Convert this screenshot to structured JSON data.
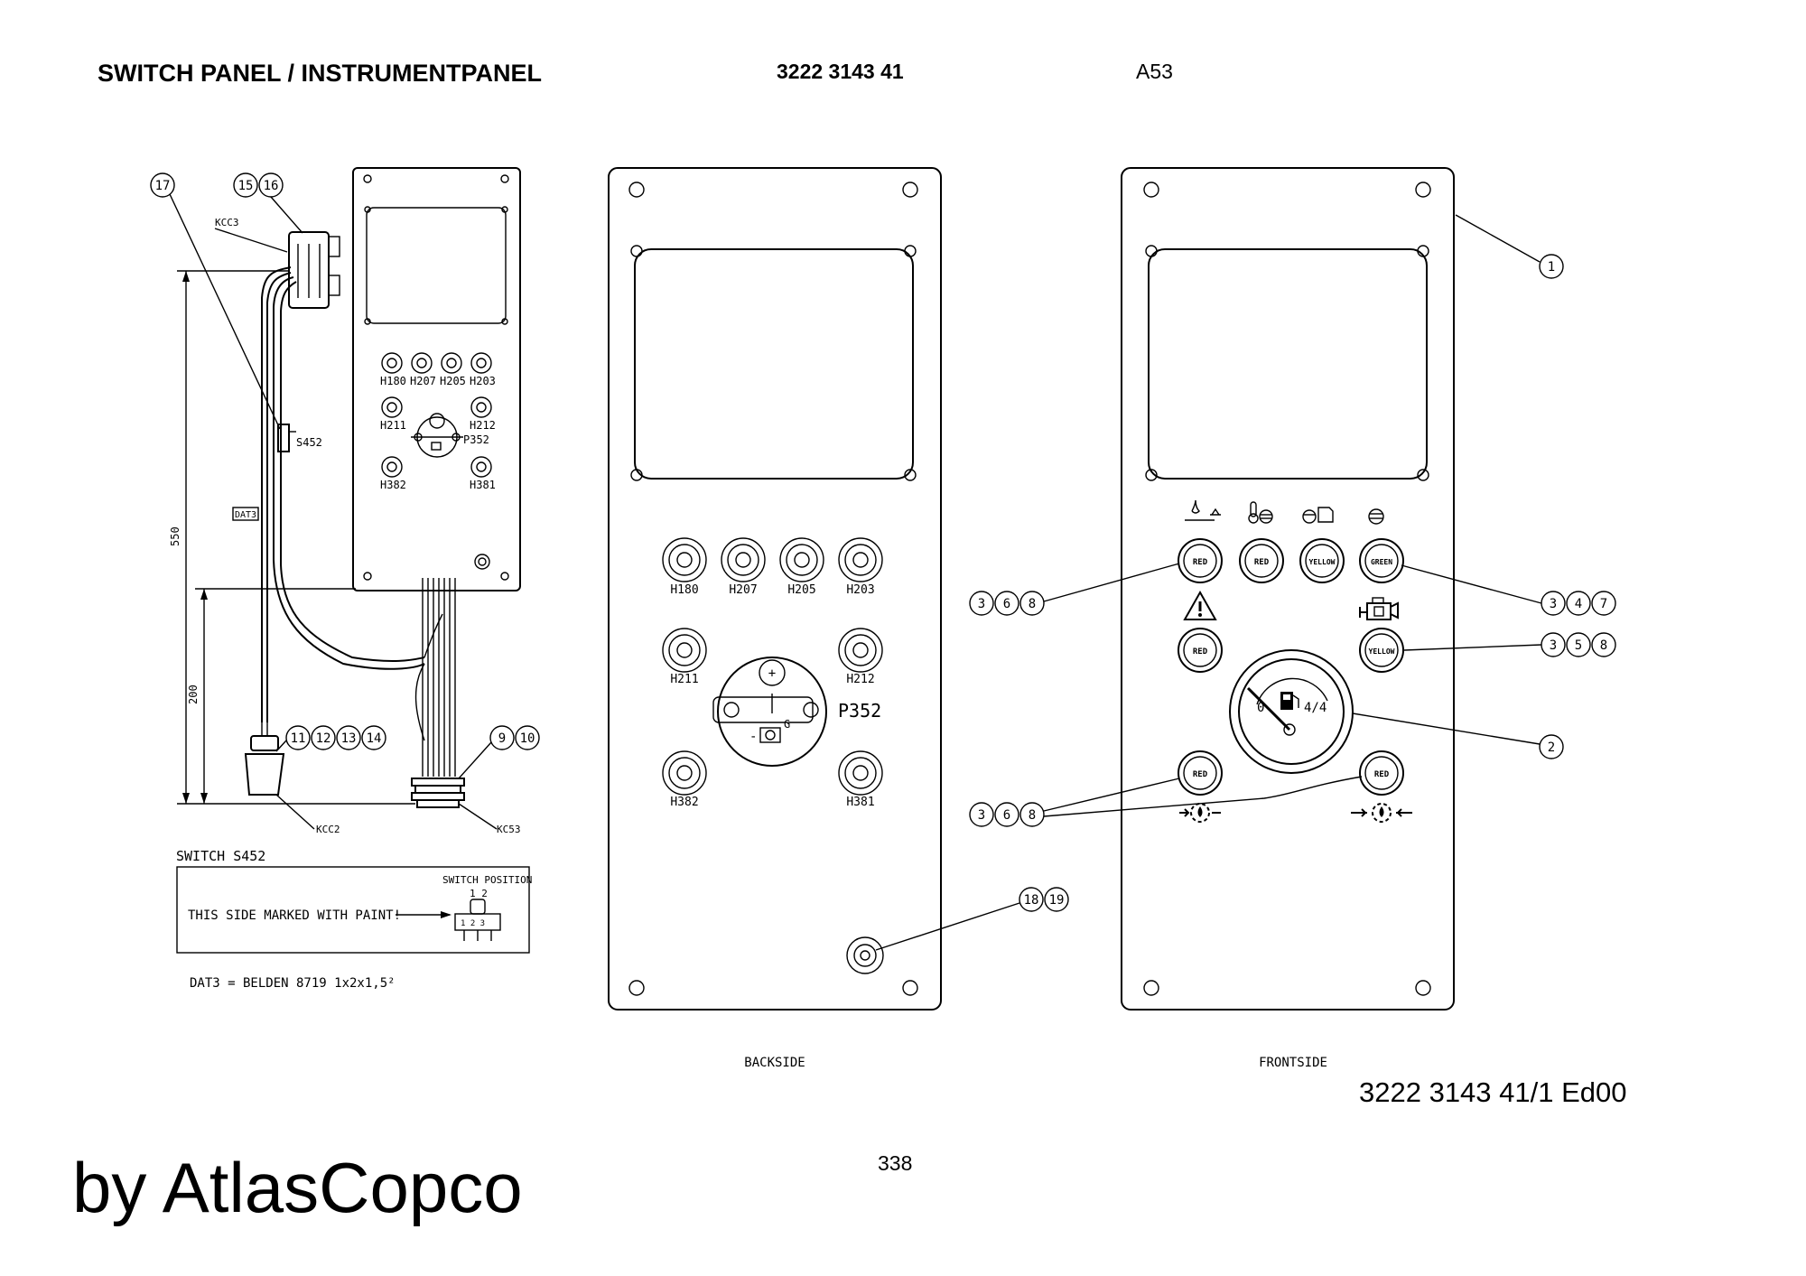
{
  "header": {
    "title": "SWITCH PANEL / INSTRUMENTPANEL",
    "part_number": "3222 3143 41",
    "code": "A53"
  },
  "footer": {
    "doc_ref": "3222 3143 41/1  Ed00",
    "page_number": "338",
    "brand": "by AtlasCopco"
  },
  "views": {
    "backside_label": "BACKSIDE",
    "frontside_label": "FRONTSIDE"
  },
  "side_view": {
    "connector_kcc3": "KCC3",
    "connector_kcc2": "KCC2",
    "connector_kc53": "KC53",
    "switch_s452": "S452",
    "cable_dat3": "DAT3",
    "dim_overall": "550",
    "dim_lower": "200",
    "small_lamps": [
      "H180",
      "H207",
      "H205",
      "H203",
      "H211",
      "H212",
      "H382",
      "H381"
    ],
    "small_gauge": "P352"
  },
  "switch_detail": {
    "title": "SWITCH S452",
    "paint_note": "THIS SIDE MARKED WITH PAINT!",
    "position_label": "SWITCH POSITION",
    "positions_top": "1  2",
    "terminals": "1 2 3",
    "cable_note": "DAT3 = BELDEN 8719 1x2x1,5²"
  },
  "backside": {
    "lamps": [
      "H180",
      "H207",
      "H205",
      "H203",
      "H211",
      "H212",
      "H382",
      "H381"
    ],
    "gauge": "P352",
    "gauge_marks": {
      "plus": "+",
      "g": "G",
      "minus": "-"
    }
  },
  "frontside": {
    "indicators": [
      "RED",
      "RED",
      "YELLOW",
      "GREEN",
      "RED",
      "YELLOW",
      "RED",
      "RED"
    ],
    "fuel_gauge": {
      "min": "0",
      "max": "4/4"
    }
  },
  "callouts": {
    "c17": "17",
    "c15": "15",
    "c16": "16",
    "c11": "11",
    "c12": "12",
    "c13": "13",
    "c14": "14",
    "c9": "9",
    "c10": "10",
    "c18": "18",
    "c19": "19",
    "c1": "1",
    "c2": "2",
    "c3a": "3",
    "c6a": "6",
    "c8a": "8",
    "c3b": "3",
    "c4b": "4",
    "c7b": "7",
    "c3c": "3",
    "c5c": "5",
    "c8c": "8",
    "c3d": "3",
    "c6d": "6",
    "c8d": "8"
  }
}
